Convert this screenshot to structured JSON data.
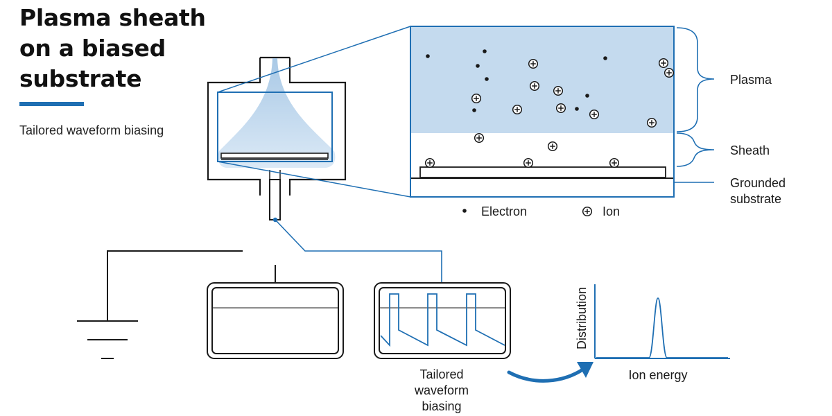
{
  "title": {
    "lines": [
      "Plasma sheath",
      "on a biased",
      "substrate"
    ]
  },
  "subtitle": "Tailored waveform biasing",
  "labels": {
    "plasma": "Plasma",
    "sheath": "Sheath",
    "grounded_substrate_line1": "Grounded",
    "grounded_substrate_line2": "substrate"
  },
  "legend": {
    "electron": "Electron",
    "ion": "Ion"
  },
  "waveform_caption": [
    "Tailored",
    "waveform",
    "biasing"
  ],
  "distribution_chart": {
    "ylabel": "Distribution",
    "xlabel": "Ion energy"
  },
  "colors": {
    "accent_blue": "#1f6fb3",
    "plasma_fill": "#c4daee",
    "line_dark": "#1a1a1a"
  }
}
